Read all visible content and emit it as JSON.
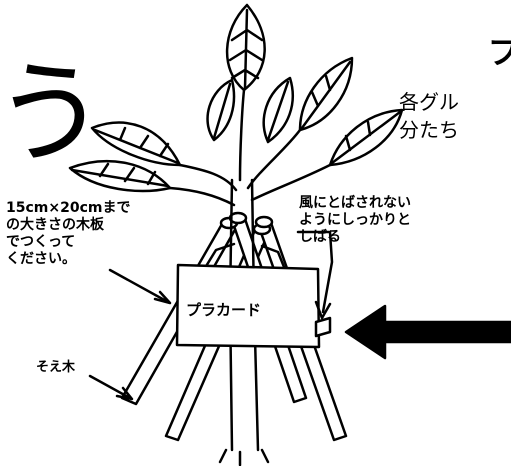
{
  "heading": {
    "big_char": "う",
    "title_fragment": "プ",
    "description_lines": [
      "各グル",
      "分たち"
    ]
  },
  "labels": {
    "board_note": [
      "15cm×20cmまで",
      "の大きさの木板",
      "でつくって",
      "ください。"
    ],
    "wind_note": [
      "風にとばされない",
      "ようにしっかりと",
      "しばる"
    ],
    "stake": "そえ木",
    "placard": "プラカード"
  }
}
